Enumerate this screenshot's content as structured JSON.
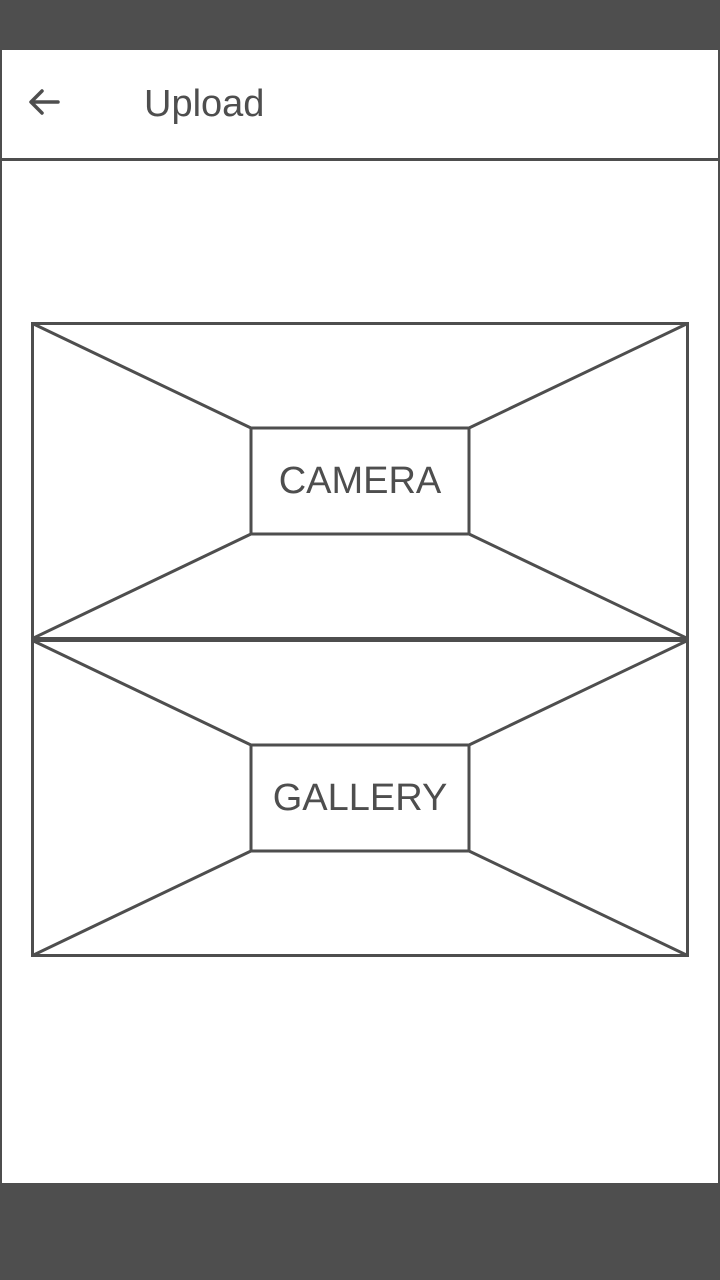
{
  "app_bar": {
    "back_icon": "arrow-left-icon",
    "title": "Upload"
  },
  "options": {
    "camera_label": "CAMERA",
    "gallery_label": "GALLERY"
  },
  "colors": {
    "frame": "#4e4e4e",
    "background": "#ffffff",
    "system_bars": "#4e4e4e"
  }
}
